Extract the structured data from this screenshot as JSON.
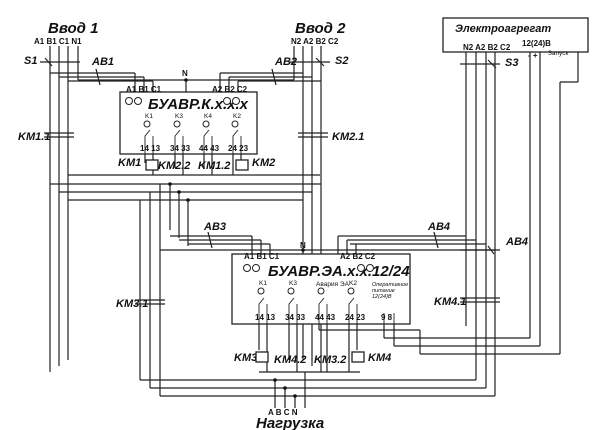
{
  "inputs": {
    "input1": "Ввод 1",
    "input2": "Ввод 2",
    "input1_terminals": "A1 B1 C1 N1",
    "input2_terminals": "N2 A2 B2 C2"
  },
  "generator": {
    "title": "Электроагрегат",
    "terminals": "N2 A2 B2 C2",
    "dc_label": "12(24)В",
    "start_label": "Запуск",
    "polarity": "-  +"
  },
  "switches": {
    "s1": "S1",
    "s2": "S2",
    "s3": "S3"
  },
  "breakers": {
    "ab1": "AB1",
    "ab2": "AB2",
    "ab3": "AB3",
    "ab4": "AB4"
  },
  "contactors": {
    "km1_1": "KM1.1",
    "km2_1": "KM2.1",
    "km3_1": "KM3.1",
    "km4_1": "KM4.1",
    "km1": "KM1",
    "km2": "KM2",
    "km1_2": "KM1.2",
    "km2_2": "KM2.2",
    "km3": "KM3",
    "km4": "KM4",
    "km3_2": "KM3.2",
    "km4_2": "KM4.2"
  },
  "unit1": {
    "title": "БУАВР.К.х.х.х",
    "left_terms": "A1 B1 C1",
    "right_terms": "A2 B2 C2",
    "neutral": "N",
    "relays": [
      "K1",
      "K3",
      "K4",
      "K2"
    ],
    "pins": [
      "14 13",
      "34 33",
      "44 43",
      "24 23"
    ]
  },
  "unit2": {
    "title": "БУАВР.ЭА.х.х.12/24",
    "left_terms": "A1 B1 C1",
    "right_terms": "A2 B2 C2",
    "neutral": "N",
    "relays": [
      "K1",
      "K3",
      "K2"
    ],
    "alarm": "Авария ЭА",
    "op_power": "Оперативное питание 12(24)В",
    "pins": [
      "14 13",
      "34 33",
      "44 43",
      "24 23",
      "9 8"
    ]
  },
  "load": {
    "label": "Нагрузка",
    "terminals": "A B C N"
  }
}
